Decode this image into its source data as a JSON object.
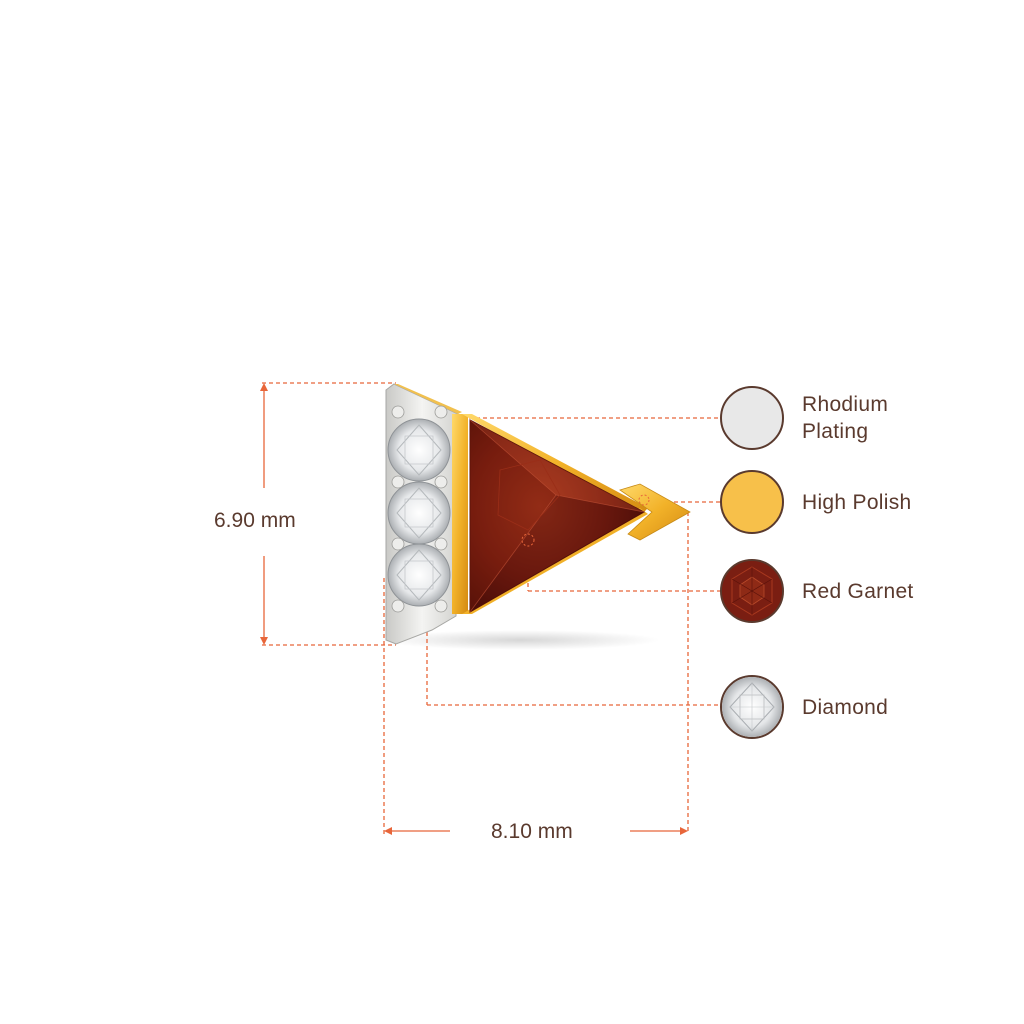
{
  "dimensions": {
    "height_label": "6.90 mm",
    "width_label": "8.10 mm"
  },
  "legend": {
    "rhodium": {
      "label_line1": "Rhodium",
      "label_line2": "Plating",
      "color": "#e8e8e8"
    },
    "high_polish": {
      "label": "High Polish",
      "color": "#f7c04a"
    },
    "red_garnet": {
      "label": "Red Garnet",
      "color": "#7a1e12"
    },
    "diamond": {
      "label": "Diamond",
      "color": "#f2f2f2"
    }
  },
  "colors": {
    "dimension_line": "#e8663a",
    "text": "#5a3a2e",
    "gold": "#f2b229",
    "garnet": "#8a2a18",
    "rhodium": "#e2e2e0"
  },
  "icons": {
    "rhodium_swatch": "rhodium-plating-swatch-icon",
    "high_polish_swatch": "high-polish-swatch-icon",
    "red_garnet_swatch": "red-garnet-swatch-icon",
    "diamond_swatch": "diamond-swatch-icon"
  }
}
